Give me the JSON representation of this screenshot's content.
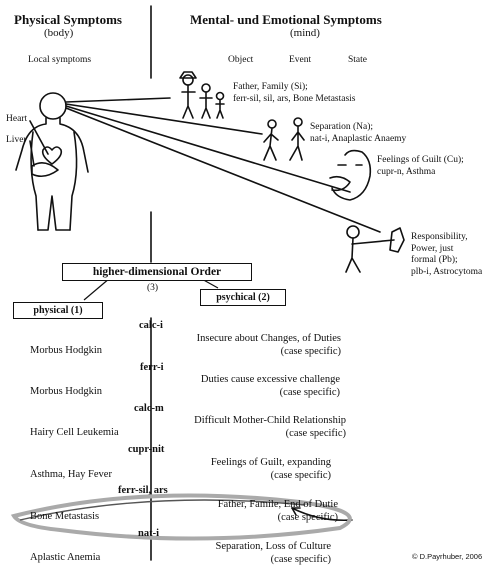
{
  "headers": {
    "physical_title": "Physical Symptoms",
    "physical_sub": "(body)",
    "local": "Local symptoms",
    "mental_title": "Mental- und Emotional Symptoms",
    "mental_sub": "(mind)",
    "object": "Object",
    "event": "Event",
    "state": "State"
  },
  "body_labels": {
    "heart": "Heart",
    "liver": "Liver"
  },
  "symptoms": [
    {
      "text": "Father, Family (Si);\nferr-sil, sil, ars, Bone Metastasis"
    },
    {
      "text": "Separation (Na);\nnat-i, Anaplastic Anaemy"
    },
    {
      "text": "Feelings of Guilt (Cu);\ncupr-n, Asthma"
    },
    {
      "text": "Responsibility,\nPower, just\nformal (Pb);\nplb-i, Astrocytoma"
    }
  ],
  "order": {
    "title": "higher-dimensional Order",
    "number": "(3)",
    "physical": "physical (1)",
    "psychical": "psychical (2)"
  },
  "rows": [
    {
      "remedy": "calc-i",
      "disease": "Morbus Hodgkin",
      "theme": "Insecure about Changes, of Duties",
      "note": "(case specific)"
    },
    {
      "remedy": "ferr-i",
      "disease": "Morbus Hodgkin",
      "theme": "Duties cause excessive challenge",
      "note": "(case specific)"
    },
    {
      "remedy": "calc-m",
      "disease": "Hairy Cell Leukemia",
      "theme": "Difficult Mother-Child Relationship",
      "note": "(case specific)"
    },
    {
      "remedy": "cupr-nit",
      "disease": "Asthma, Hay Fever",
      "theme": "Feelings of Guilt, expanding",
      "note": "(case specific)"
    },
    {
      "remedy": "ferr-sil, ars",
      "disease": "Bone Metastasis",
      "theme": "Father, Famile, End of Dutie",
      "note": "(case specific)"
    },
    {
      "remedy": "nat-i",
      "disease": "Aplastic Anemia",
      "theme": "Separation, Loss of Culture",
      "note": "(case specific)"
    }
  ],
  "copyright": "© D.Payrhuber, 2006"
}
